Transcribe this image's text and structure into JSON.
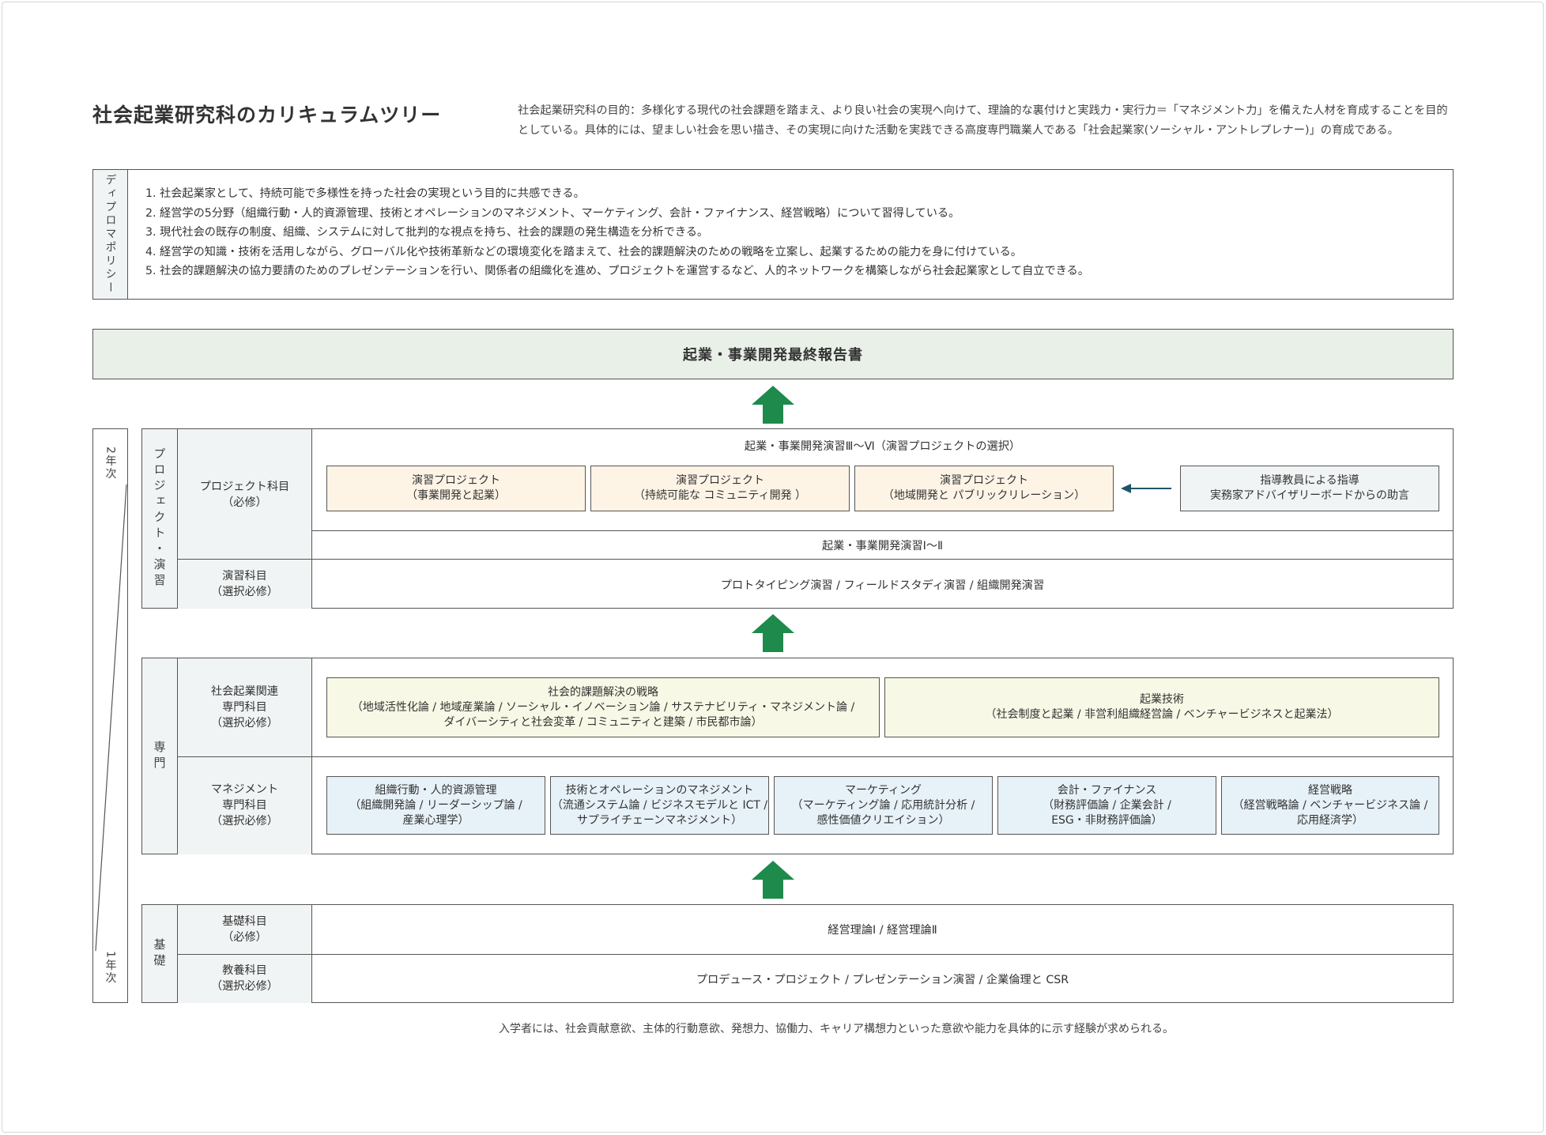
{
  "header": {
    "title": "社会起業研究科のカリキュラムツリー",
    "purpose_line1": "社会起業研究科の目的：多様化する現代の社会課題を踏まえ、より良い社会の実現へ向けて、理論的な裏付けと実践力・実行力＝「マネジメント力」を備えた人材を育成することを目的",
    "purpose_line2": "としている。具体的には、望ましい社会を思い描き、その実現に向けた活動を実践できる高度専門職業人である「社会起業家(ソーシャル・アントレプレナー)」の育成である。"
  },
  "diploma_policy": {
    "label": "ディプロマポリシー",
    "items": [
      "1. 社会起業家として、持続可能で多様性を持った社会の実現という目的に共感できる。",
      "2. 経営学の5分野（組織行動・人的資源管理、技術とオペレーションのマネジメント、マーケティング、会計・ファイナンス、経営戦略）について習得している。",
      "3. 現代社会の既存の制度、組織、システムに対して批判的な視点を持ち、社会的課題の発生構造を分析できる。",
      "4. 経営学の知識・技術を活用しながら、グローバル化や技術革新などの環境変化を踏まえて、社会的課題解決のための戦略を立案し、起業するための能力を身に付けている。",
      "5. 社会的課題解決の協力要請のためのプレゼンテーションを行い、関係者の組織化を進め、プロジェクトを運営するなど、人的ネットワークを構築しながら社会起業家として自立できる。"
    ]
  },
  "final_report": "起業・事業開発最終報告書",
  "years": {
    "top": "2年次",
    "bottom": "1年次"
  },
  "project_section": {
    "category": "プロジェクト・演習",
    "required_label_1": "プロジェクト科目",
    "required_label_2": "（必修）",
    "seminar_title": "起業・事業開発演習Ⅲ〜Ⅵ（演習プロジェクトの選択）",
    "projects": [
      {
        "line1": "演習プロジェクト",
        "line2": "（事業開発と起業）"
      },
      {
        "line1": "演習プロジェクト",
        "line2": "（持続可能な コミュニティ開発 ）"
      },
      {
        "line1": "演習プロジェクト",
        "line2": "（地域開発と パブリックリレーション）"
      }
    ],
    "advisor": {
      "line1": "指導教員による指導",
      "line2": "実務家アドバイザリーボードからの助言"
    },
    "seminar_basic": "起業・事業開発演習Ⅰ〜Ⅱ",
    "elective_label_1": "演習科目",
    "elective_label_2": "（選択必修）",
    "elective_courses": "プロトタイピング演習 / フィールドスタディ演習 / 組織開発演習"
  },
  "specialized_section": {
    "category": "専門",
    "social_label_1": "社会起業関連",
    "social_label_2": "専門科目",
    "social_label_3": "（選択必修）",
    "strategy": {
      "title": "社会的課題解決の戦略",
      "line2": "（地域活性化論 / 地域産業論 / ソーシャル・イノベーション論 / サステナビリティ・マネジメント論 /",
      "line3": "ダイバーシティと社会変革 / コミュニティと建築 / 市民都市論）"
    },
    "entrepreneurship": {
      "title": "起業技術",
      "line2": "（社会制度と起業 / 非営利組織経営論 / ベンチャービジネスと起業法）"
    },
    "mgmt_label_1": "マネジメント",
    "mgmt_label_2": "専門科目",
    "mgmt_label_3": "（選択必修）",
    "mgmt_courses": [
      {
        "title": "組織行動・人的資源管理",
        "line2": "（組織開発論 / リーダーシップ論 /",
        "line3": "産業心理学）"
      },
      {
        "title": "技術とオペレーションのマネジメント",
        "line2": "（流通システム論 / ビジネスモデルと ICT /",
        "line3": "サプライチェーンマネジメント）"
      },
      {
        "title": "マーケティング",
        "line2": "（マーケティング論 / 応用統計分析 /",
        "line3": "感性価値クリエイション）"
      },
      {
        "title": "会計・ファイナンス",
        "line2": "（財務評価論 / 企業会計 /",
        "line3": "ESG・非財務評価論）"
      },
      {
        "title": "経営戦略",
        "line2": "（経営戦略論 / ベンチャービジネス論 /",
        "line3": "応用経済学）"
      }
    ]
  },
  "basic_section": {
    "category": "基礎",
    "basic_label_1": "基礎科目",
    "basic_label_2": "（必修）",
    "basic_courses": "経営理論Ⅰ / 経営理論Ⅱ",
    "liberal_label_1": "教養科目",
    "liberal_label_2": "（選択必修）",
    "liberal_courses": "プロデュース・プロジェクト / プレゼンテーション演習 / 企業倫理と CSR"
  },
  "footnote": "入学者には、社会貢献意欲、主体的行動意欲、発想力、協働力、キャリア構想力といった意欲や能力を具体的に示す経験が求められる。",
  "colors": {
    "arrow": "#1e8a4c",
    "final_bg": "#e8f0e8",
    "project_bg": "#fdf4e6",
    "social_bg": "#f8f8e6",
    "mgmt_bg": "#e7f1f8",
    "label_bg": "#f1f4f4",
    "advisor_arrow": "#1f5568"
  }
}
